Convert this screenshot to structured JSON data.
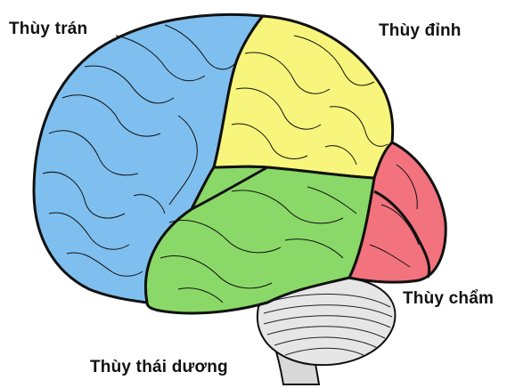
{
  "labels": {
    "frontal": "Thùy trán",
    "parietal": "Thùy đỉnh",
    "occipital": "Thùy chẩm",
    "temporal": "Thùy thái dương"
  },
  "colors": {
    "frontal": "#7fbfef",
    "parietal": "#f8f57c",
    "occipital": "#f2727e",
    "temporal": "#8ad968",
    "cerebellum": "#e6e6e6",
    "brainstem": "#d9d9d9",
    "outline": "#111111"
  }
}
